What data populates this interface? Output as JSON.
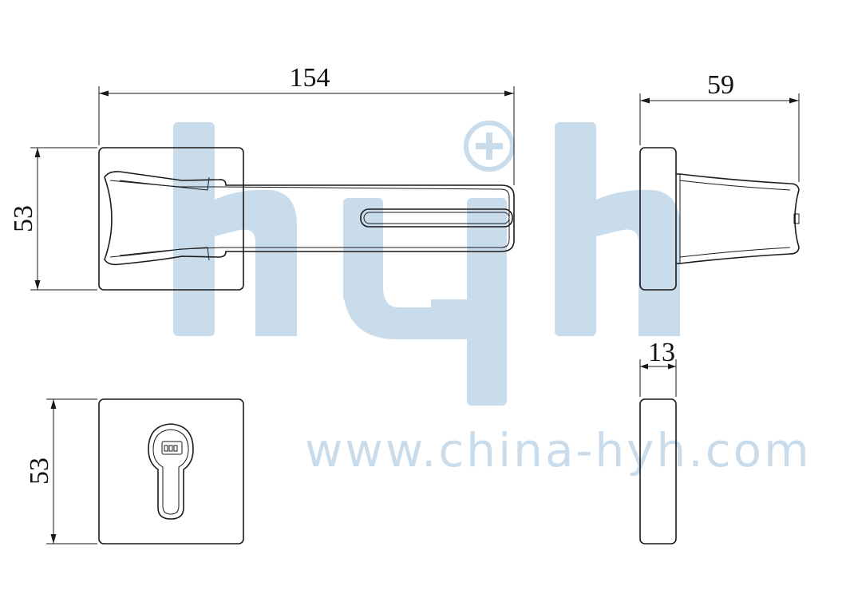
{
  "watermark": {
    "logo_text": "hyh",
    "url_text": "www.china-hyh.com",
    "color": "#c9dcec"
  },
  "dimensions": {
    "top_width": "154",
    "top_height": "53",
    "side_depth": "59",
    "rose_height": "53",
    "rose_thickness": "13"
  },
  "colors": {
    "line": "#1a1a1a",
    "background": "#ffffff"
  }
}
